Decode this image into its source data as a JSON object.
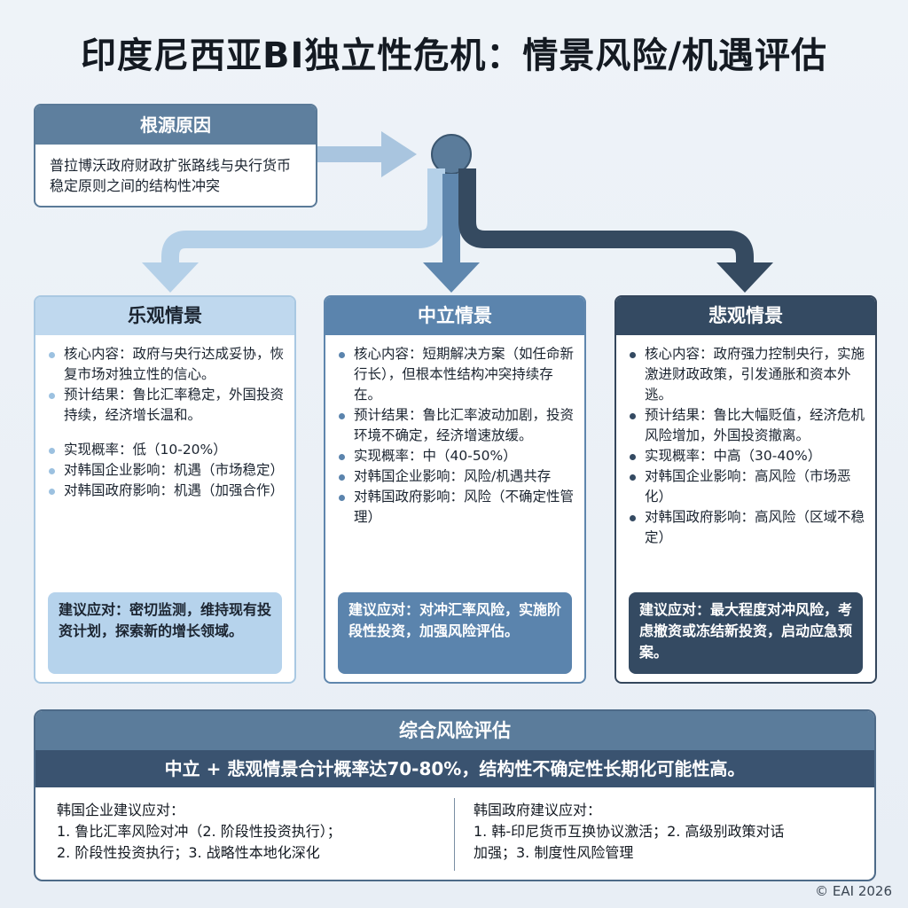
{
  "title": "印度尼西亚BI独立性危机：情景风险/机遇评估",
  "root_cause": {
    "heading": "根源原因",
    "body": "普拉博沃政府财政扩张路线与央行货币稳定原则之间的结构性冲突"
  },
  "scenarios": [
    {
      "heading": "乐观情景",
      "items": [
        "核心内容：政府与央行达成妥协，恢复市场对独立性的信心。",
        "预计结果：鲁比汇率稳定，外国投资持续，经济增长温和。",
        "实现概率：低（10-20%）",
        "对韩国企业影响：机遇（市场稳定）",
        "对韩国政府影响：机遇（加强合作）"
      ],
      "advice": "建议应对：密切监测，维持现有投资计划，探索新的增长领域。"
    },
    {
      "heading": "中立情景",
      "items": [
        "核心内容：短期解决方案（如任命新行长），但根本性结构冲突持续存在。",
        "预计结果：鲁比汇率波动加剧，投资环境不确定，经济增速放缓。",
        "实现概率：中（40-50%）",
        "对韩国企业影响：风险/机遇共存",
        "对韩国政府影响：风险（不确定性管理）"
      ],
      "advice": "建议应对：对冲汇率风险，实施阶段性投资，加强风险评估。"
    },
    {
      "heading": "悲观情景",
      "items": [
        "核心内容：政府强力控制央行，实施激进财政政策，引发通胀和资本外逃。",
        "预计结果：鲁比大幅贬值，经济危机风险增加，外国投资撤离。",
        "实现概率：中高（30-40%）",
        "对韩国企业影响：高风险（市场恶化）",
        "对韩国政府影响：高风险（区域不稳定）"
      ],
      "advice": "建议应对：最大程度对冲风险，考虑撤资或冻结新投资，启动应急预案。"
    }
  ],
  "summary": {
    "heading": "综合风险评估",
    "band": "中立 + 悲观情景合计概率达70-80%，结构性不确定性长期化可能性高。",
    "left_title": "韩国企业建议应对：",
    "left_line1": "1. 鲁比汇率风险对冲（2. 阶段性投资执行）；",
    "left_line2": "2. 阶段性投资执行；3. 战略性本地化深化",
    "right_title": "韩国政府建议应对：",
    "right_line1": "1. 韩-印尼货币互换协议激活；2. 高级别政策对话",
    "right_line2": "加强；3. 制度性风险管理"
  },
  "copyright": "© EAI 2026",
  "colors": {
    "optimistic": "#bfd8ee",
    "neutral": "#5b84ad",
    "pessimistic": "#344a62"
  }
}
